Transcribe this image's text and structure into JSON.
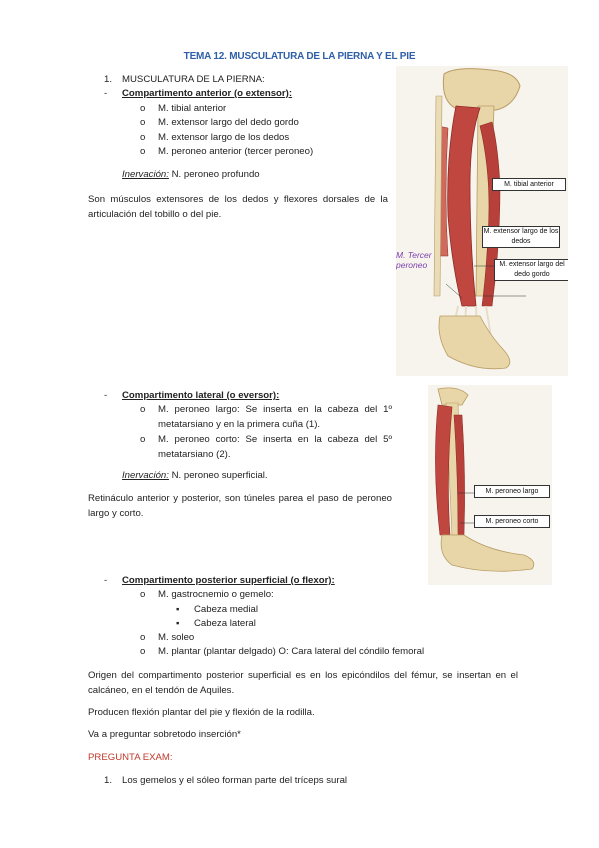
{
  "title": "TEMA 12. MUSCULATURA DE LA PIERNA Y EL PIE",
  "section1": {
    "number": "1.",
    "heading": "MUSCULATURA DE LA PIERNA:",
    "anterior": {
      "dash": "-",
      "heading": "Compartimento anterior (o extensor):",
      "items": [
        "M. tibial anterior",
        "M. extensor largo del dedo gordo",
        "M. extensor largo de los dedos",
        "M. peroneo anterior (tercer peroneo)"
      ],
      "innervation_label": "Inervación:",
      "innervation_value": "N. peroneo profundo",
      "paragraph": "Son músculos extensores de los dedos y flexores dorsales de la articulación del tobillo o del pie."
    },
    "lateral": {
      "dash": "-",
      "heading": "Compartimento lateral (o eversor):",
      "items": [
        "M. peroneo largo: Se inserta en la cabeza del 1º metatarsiano y en la primera cuña (1).",
        "M. peroneo corto: Se inserta en la cabeza del 5º metatarsiano (2)."
      ],
      "innervation_label": "Inervación:",
      "innervation_value": "N. peroneo superficial.",
      "paragraph": "Retináculo anterior y posterior, son túneles parea el paso de peroneo largo y corto."
    },
    "posterior": {
      "dash": "-",
      "heading": "Compartimento posterior superficial (o flexor):",
      "items": [
        "M. gastrocnemio o gemelo:",
        "M. soleo",
        "M. plantar (plantar delgado) O: Cara lateral del cóndilo femoral"
      ],
      "subitems": [
        "Cabeza medial",
        "Cabeza lateral"
      ],
      "paragraph1": "Origen del compartimento posterior superficial es en los epicóndilos del fémur, se insertan en el calcáneo, en el tendón de Aquiles.",
      "paragraph2": "Producen flexión plantar del pie y flexión de la rodilla.",
      "paragraph3": "Va a preguntar sobretodo inserción*"
    }
  },
  "exam": {
    "heading": "PREGUNTA EXAM:",
    "number": "1.",
    "text": "Los gemelos y el sóleo forman parte del tríceps sural"
  },
  "bullets": {
    "circle": "o",
    "square": "▪"
  },
  "figure1": {
    "labels": [
      "M. tibial anterior",
      "M. extensor largo de los dedos",
      "M. extensor largo del dedo gordo"
    ],
    "handwritten": "M. Tercer peroneo",
    "colors": {
      "muscle": "#c0473f",
      "bone": "#e8d6a8",
      "handwritten": "#7a3fb0"
    }
  },
  "figure2": {
    "labels": [
      "M. peroneo largo",
      "M. peroneo corto"
    ]
  }
}
